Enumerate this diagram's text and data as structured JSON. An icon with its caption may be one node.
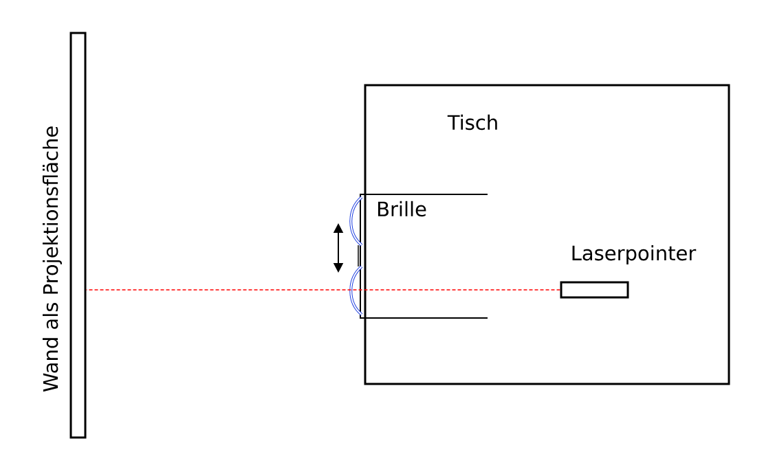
{
  "diagram": {
    "nodes": [
      {
        "text": [
          "Wand als Projektionsfläche"
        ]
      },
      {
        "text": [
          "Tisch"
        ]
      },
      {
        "text": [
          "Brille"
        ],
        "in": 1
      },
      {
        "text": [
          "Laserpointer"
        ],
        "in": 1
      }
    ],
    "edges": [
      {
        "from": 3,
        "to": 0,
        "arrow": "none",
        "style": "dashed",
        "color": "#ff0000"
      }
    ]
  }
}
